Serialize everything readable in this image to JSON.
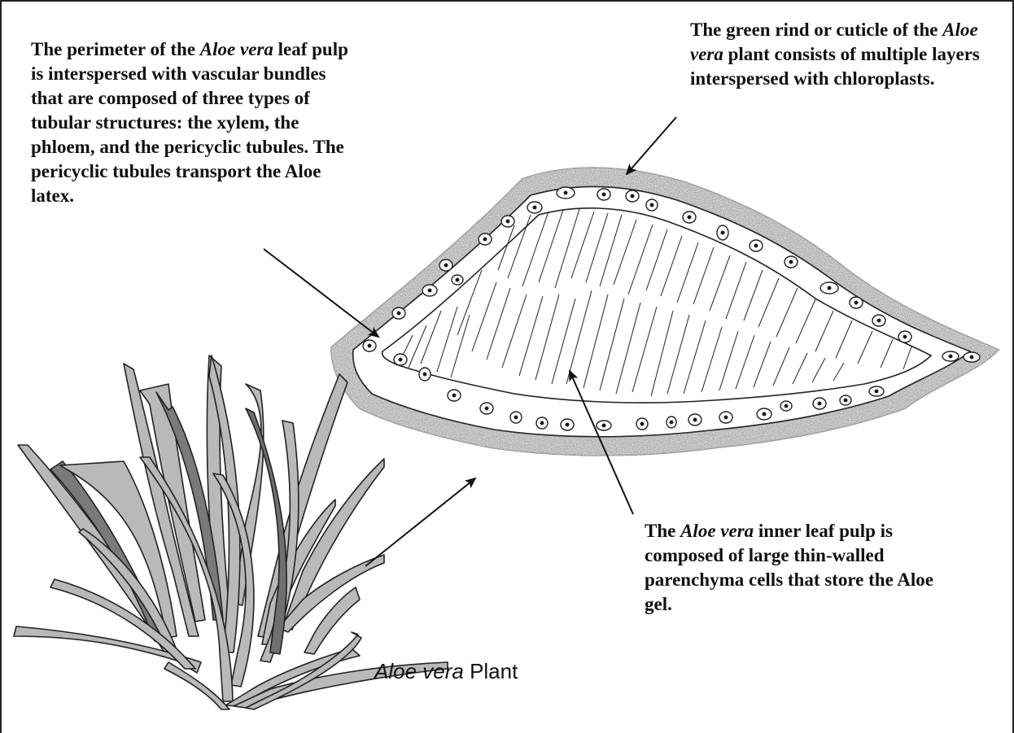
{
  "labels": {
    "perimeter": {
      "pre": "The perimeter of the ",
      "italic": "Aloe vera",
      "post": " leaf pulp is interspersed with vascular bundles that are composed of three types of tubular structures: the xylem, the phloem, and the pericyclic tubules.  The pericyclic tubules transport the Aloe latex."
    },
    "rind": {
      "pre": "The green rind or cuticle of the ",
      "italic": "Aloe vera",
      "post": " plant consists of multiple layers interspersed with chloroplasts."
    },
    "pulp": {
      "pre": "The ",
      "italic": "Aloe vera",
      "post": " inner leaf pulp is composed of large thin-walled parenchyma cells that store the Aloe gel."
    }
  },
  "plant_caption": {
    "italic": "Aloe vera",
    "post": " Plant"
  },
  "colors": {
    "rind_gray": "#a9a9a9",
    "leaf_gray": "#b9b9b9",
    "leaf_shadow": "#6f6f6f",
    "ink": "#111111"
  }
}
